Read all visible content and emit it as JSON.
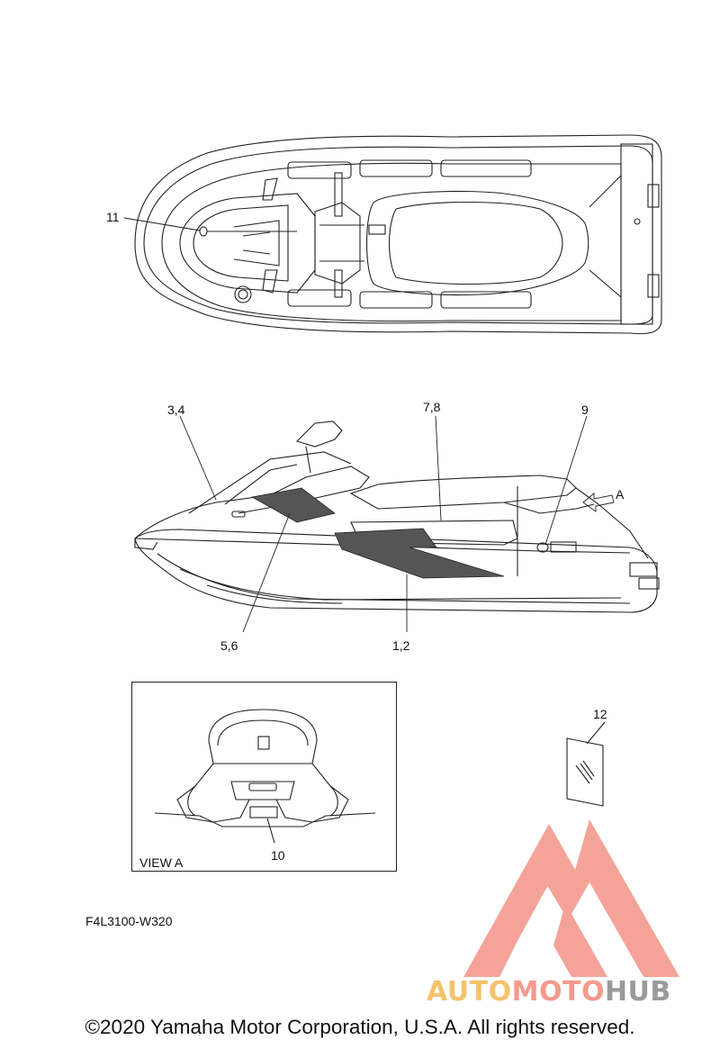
{
  "callouts": {
    "c11": "11",
    "c34": "3,4",
    "c78": "7,8",
    "c9": "9",
    "cA": "A",
    "c56": "5,6",
    "c12": "1,2",
    "c12b": "12",
    "c10": "10"
  },
  "view_title": "VIEW A",
  "diagram_code": "F4L3100-W320",
  "copyright": "©2020 Yamaha Motor Corporation, U.S.A. All rights reserved.",
  "watermark": {
    "part1": "AUTO",
    "part2": "MOTO",
    "part3": "HUB",
    "color_yellow": "#f6c26b",
    "color_red": "#f49a8e",
    "color_gray": "#9a9a9a"
  },
  "colors": {
    "line": "#222222",
    "decal_fill": "#555555"
  }
}
